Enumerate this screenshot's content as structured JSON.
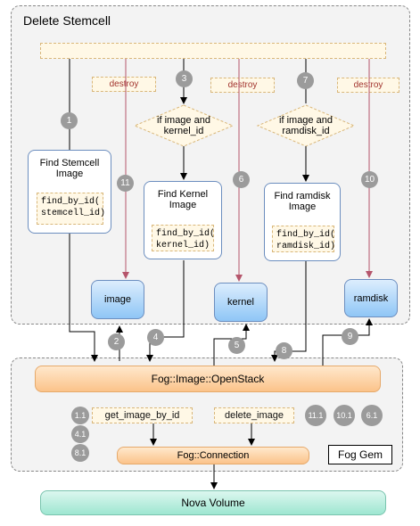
{
  "groups": {
    "stemcell_title": "Delete Stemcell",
    "fog_gem_label": "Fog Gem"
  },
  "destroy_labels": [
    "destroy",
    "destroy",
    "destroy"
  ],
  "decisions": {
    "kernel": "if image and kernel_id",
    "ramdisk": "if image and ramdisk_id"
  },
  "finders": {
    "stemcell": {
      "title": "Find Stemcell Image",
      "code": "find_by_id( stemcell_id)"
    },
    "kernel": {
      "title": "Find Kernel Image",
      "code": "find_by_id( kernel_id)"
    },
    "ramdisk": {
      "title": "Find ramdisk Image",
      "code": "find_by_id( ramdisk_id)"
    }
  },
  "resources": {
    "image": "image",
    "kernel": "kernel",
    "ramdisk": "ramdisk"
  },
  "fog": {
    "image_openstack": "Fog::Image::OpenStack",
    "connection": "Fog::Connection",
    "get_image_by_id": "get_image_by_id",
    "delete_image": "delete_image"
  },
  "nova_volume": "Nova Volume",
  "steps": {
    "s1": "1",
    "s2": "2",
    "s3": "3",
    "s4": "4",
    "s5": "5",
    "s6": "6",
    "s7": "7",
    "s8": "8",
    "s9": "9",
    "s10": "10",
    "s11": "11",
    "s1_1": "1.1",
    "s4_1": "4.1",
    "s8_1": "8.1",
    "s11_1": "11.1",
    "s10_1": "10.1",
    "s6_1": "6.1"
  }
}
